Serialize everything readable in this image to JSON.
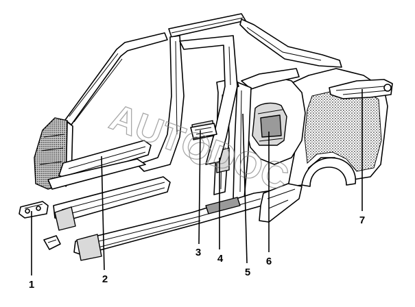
{
  "watermark": "AUTODOC",
  "callouts": [
    {
      "id": "1",
      "label": "1"
    },
    {
      "id": "2",
      "label": "2"
    },
    {
      "id": "3",
      "label": "3"
    },
    {
      "id": "4",
      "label": "4"
    },
    {
      "id": "5",
      "label": "5"
    },
    {
      "id": "6",
      "label": "6"
    },
    {
      "id": "7",
      "label": "7"
    }
  ]
}
